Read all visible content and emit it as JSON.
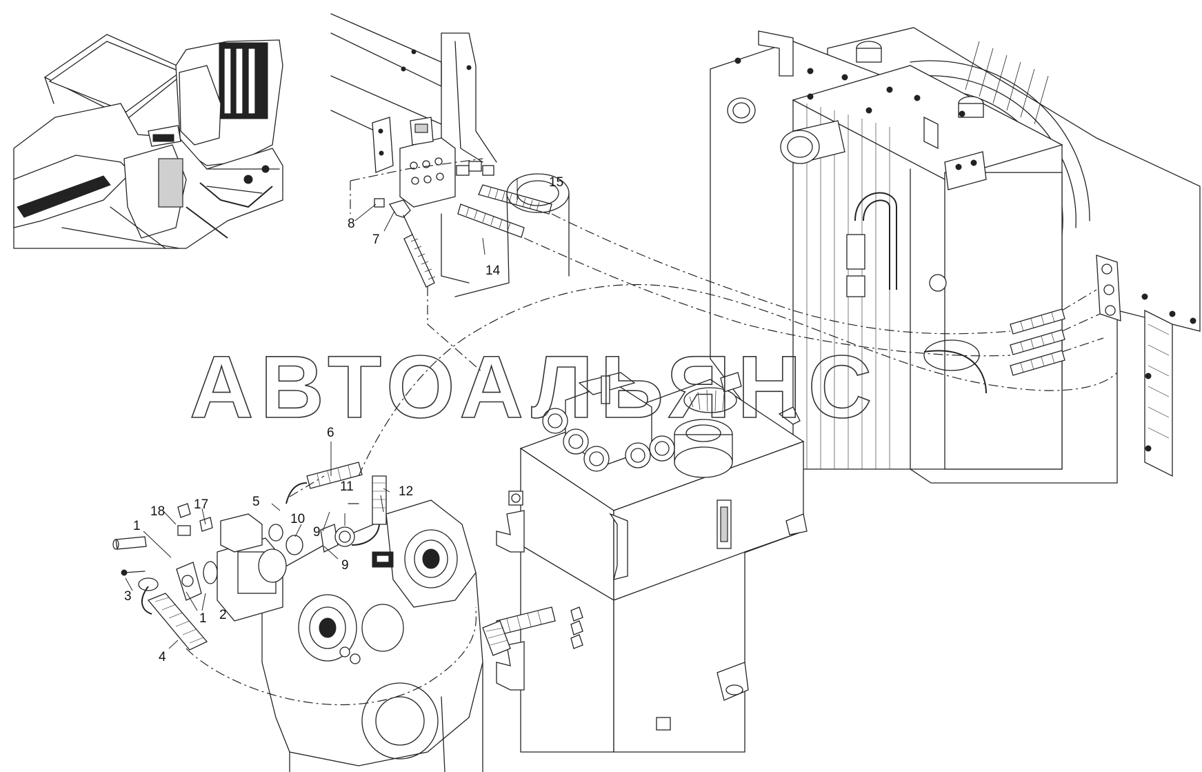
{
  "watermark": "АВТОАЛЬЯНС",
  "callouts": {
    "c1a": "1",
    "c1b": "1",
    "c2": "2",
    "c3": "3",
    "c4": "4",
    "c5": "5",
    "c6": "6",
    "c7": "7",
    "c8": "8",
    "c9a": "9",
    "c9b": "9",
    "c10": "10",
    "c11": "11",
    "c12": "12",
    "c14": "14",
    "c15": "15",
    "c17": "17",
    "c18": "18"
  }
}
